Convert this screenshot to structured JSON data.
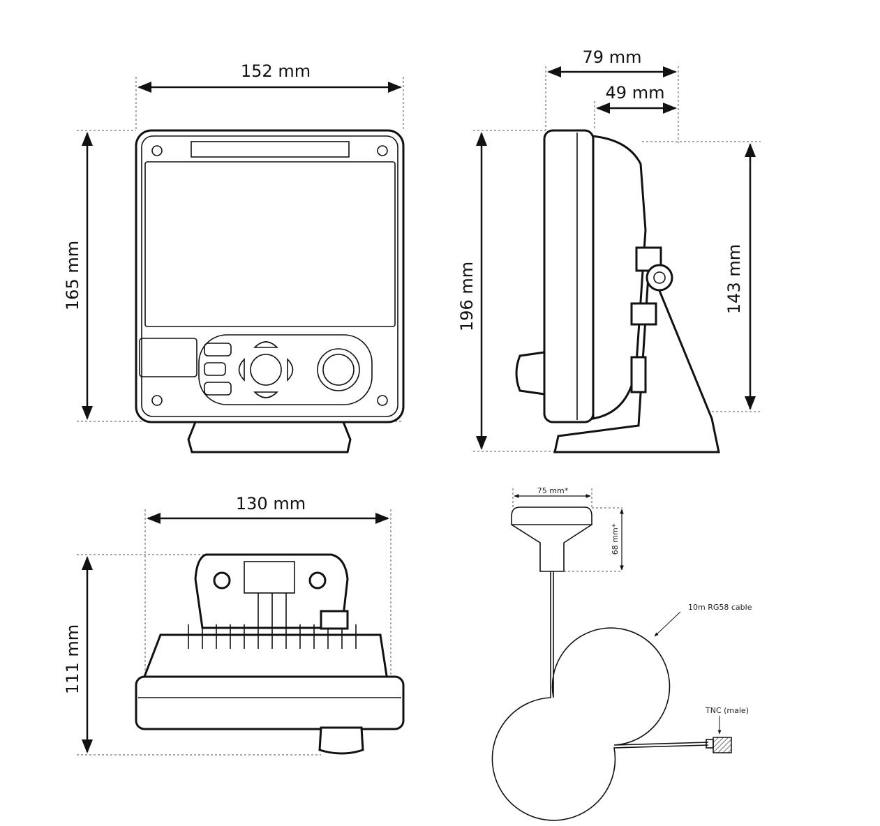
{
  "front_view": {
    "width_label": "152 mm",
    "height_label": "165 mm"
  },
  "side_view": {
    "depth_label": "79 mm",
    "shell_depth_label": "49 mm",
    "total_height_label": "196 mm",
    "body_height_label": "143 mm"
  },
  "bottom_view": {
    "width_label": "130 mm",
    "depth_label": "111 mm"
  },
  "antenna": {
    "width_label": "75 mm*",
    "height_label": "68 mm*",
    "cable_label": "10m RG58 cable",
    "connector_label": "TNC (male)"
  }
}
